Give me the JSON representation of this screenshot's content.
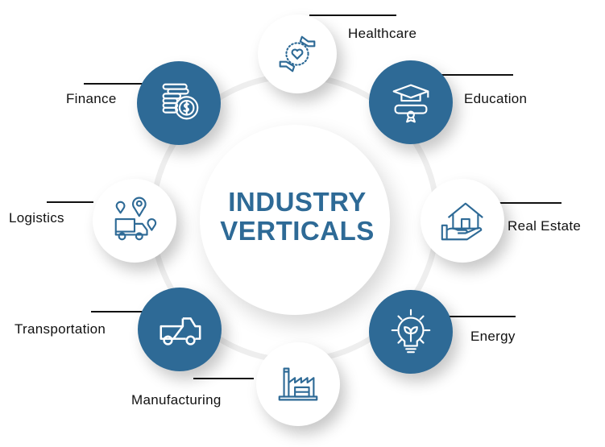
{
  "diagram": {
    "title_line1": "INDUSTRY",
    "title_line2": "VERTICALS",
    "colors": {
      "accent": "#2e6a96",
      "ring": "#eeeeee",
      "label": "#111111",
      "background": "#ffffff"
    },
    "verticals": [
      {
        "label": "Healthcare",
        "icon": "hands-heart-icon",
        "style": "light"
      },
      {
        "label": "Education",
        "icon": "graduation-cap-diploma-icon",
        "style": "dark"
      },
      {
        "label": "Real Estate",
        "icon": "house-in-hand-icon",
        "style": "light"
      },
      {
        "label": "Energy",
        "icon": "lightbulb-leaf-icon",
        "style": "dark"
      },
      {
        "label": "Manufacturing",
        "icon": "factory-icon",
        "style": "light"
      },
      {
        "label": "Transportation",
        "icon": "pickup-truck-icon",
        "style": "dark"
      },
      {
        "label": "Logistics",
        "icon": "delivery-truck-location-icon",
        "style": "light"
      },
      {
        "label": "Finance",
        "icon": "coins-dollar-icon",
        "style": "dark"
      }
    ]
  }
}
